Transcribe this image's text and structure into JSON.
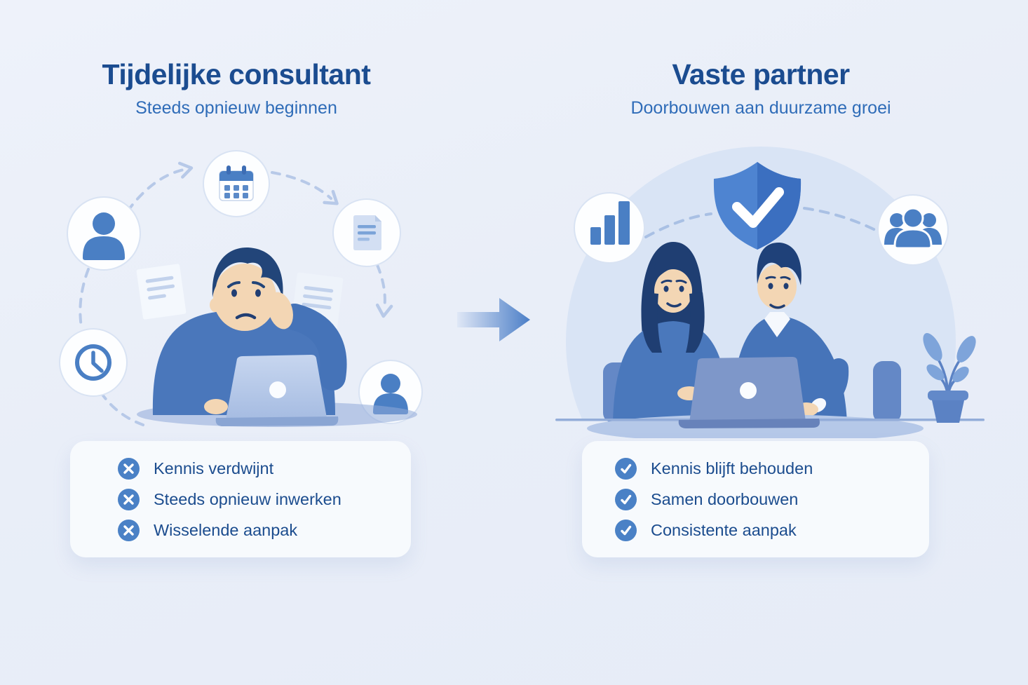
{
  "left_panel": {
    "title": "Tijdelijke consultant",
    "subtitle": "Steeds opnieuw beginnen",
    "items": [
      "Kennis verdwijnt",
      "Steeds opnieuw inwerken",
      "Wisselende aanpak"
    ],
    "list_marker_icon": "x-circle-icon",
    "orbit_icons": [
      "user-icon",
      "calendar-icon",
      "document-icon",
      "clock-icon",
      "user-icon"
    ]
  },
  "right_panel": {
    "title": "Vaste partner",
    "subtitle": "Doorbouwen aan duurzame groei",
    "items": [
      "Kennis blijft behouden",
      "Samen doorbouwen",
      "Consistente aanpak"
    ],
    "list_marker_icon": "check-circle-icon",
    "feature_icons": [
      "bar-chart-icon",
      "shield-check-icon",
      "team-icon"
    ],
    "decor_icons": [
      "plant-icon",
      "laptop-icon"
    ]
  },
  "transition_icon": "arrow-right-icon",
  "colors": {
    "background": "#e9eef8",
    "title": "#1b4c90",
    "subtitle": "#2f6cb8",
    "list_text": "#1b4c8e",
    "marker_blue": "#4a81c6",
    "card_background": "#f7fafd",
    "illustration_blue": "#4a77bb",
    "illustration_navy": "#1f3e72",
    "arch_background": "#d9e4f5",
    "shield_blue": "#4e84d1"
  }
}
